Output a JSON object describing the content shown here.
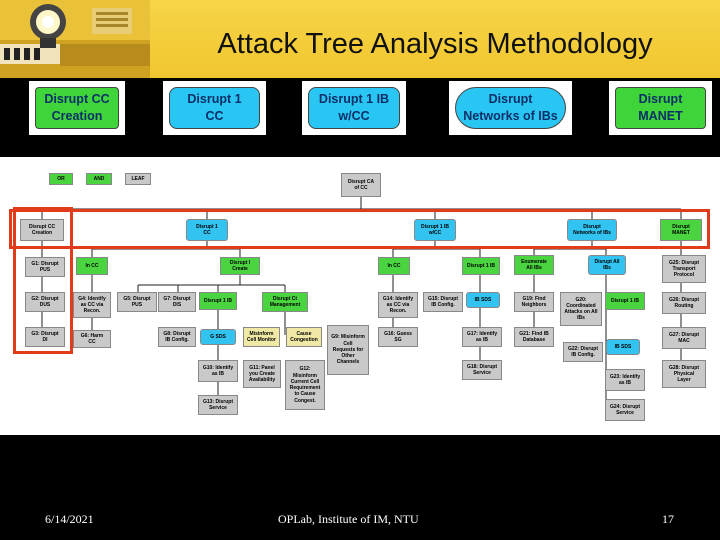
{
  "title": "Attack Tree  Analysis Methodology",
  "top_boxes": [
    {
      "label": "Disrupt CC\nCreation"
    },
    {
      "label": "Disrupt 1\nCC"
    },
    {
      "label": "Disrupt 1 IB\nw/CC"
    },
    {
      "label": "Disrupt\nNetworks of IBs"
    },
    {
      "label": "Disrupt\nMANET"
    }
  ],
  "legend": {
    "or": "OR",
    "and": "AND",
    "leaf": "LEAF"
  },
  "tree": {
    "root": "Disrupt CA\nof CC",
    "level1": [
      "Disrupt CC\nCreation",
      "Disrupt 1\nCC",
      "Disrupt 1 IB\nw/CC",
      "Disrupt\nNetworks of IBs",
      "Disrupt\nMANET"
    ],
    "col_a": [
      "G1: Disrupt\nPUS",
      "G2: Disrupt\nDUS",
      "G3: Disrupt\nDI"
    ],
    "col_b": [
      "In CC",
      "G4: Identify\nas CC via\nRecon.",
      "G5: Disrupt\nPUS",
      "G6: Harm\nCC"
    ],
    "col_c": [
      "Disrupt I\nCreate",
      "G7: Disrupt\nDIS",
      "Disrupt 1 IB",
      "Disrupt Ct\nManagement",
      "G8: Disrupt\nIB Config.",
      "G SDS",
      "Misinform\nCell Monitor",
      "Cause\nCongestion",
      "G9: Misinform\nCell\nRequests for\nOther\nChannels",
      "G10: Identify\nas IB",
      "G11: Panel\nyou Create\nAvailability",
      "G12: Misinform\nCurrent Cell\nRequirement\nto Cause\nCongest.",
      "G13: Disrupt\nService"
    ],
    "col_d": [
      "In CC",
      "G14: Identify\nas CC via\nRecon.",
      "G15: Disrupt\nIB Config.",
      "Disrupt 1 IB",
      "IB SDS",
      "G16: Guess\nSG",
      "G17: Identify\nas IB",
      "G18: Disrupt\nService"
    ],
    "col_e": [
      "Enumerate\nAll IBs",
      "Disrupt All\nIBs",
      "G19: Find\nNeighbors",
      "G20: Coordinated\nAttacks on All\nIBs",
      "G21: Find IB\nDatabase",
      "Disrupt 1 IB",
      "G22: Disrupt\nIB Config.",
      "IB SDS",
      "G23: Identify\nas IB",
      "G24: Disrupt\nService"
    ],
    "col_f": [
      "G25: Disrupt\nTransport\nProtocol",
      "G26: Disrupt\nRouting",
      "G27: Disrupt\nMAC",
      "G28: Disrupt\nPhysical\nLayer"
    ]
  },
  "footer": {
    "date": "6/14/2021",
    "center": "OPLab, Institute of IM, NTU",
    "page": "17"
  },
  "colors": {
    "header": "#f2c832",
    "highlight": "#e23b1a",
    "node_blue": "#33c3f0",
    "node_green": "#4ad43f"
  }
}
